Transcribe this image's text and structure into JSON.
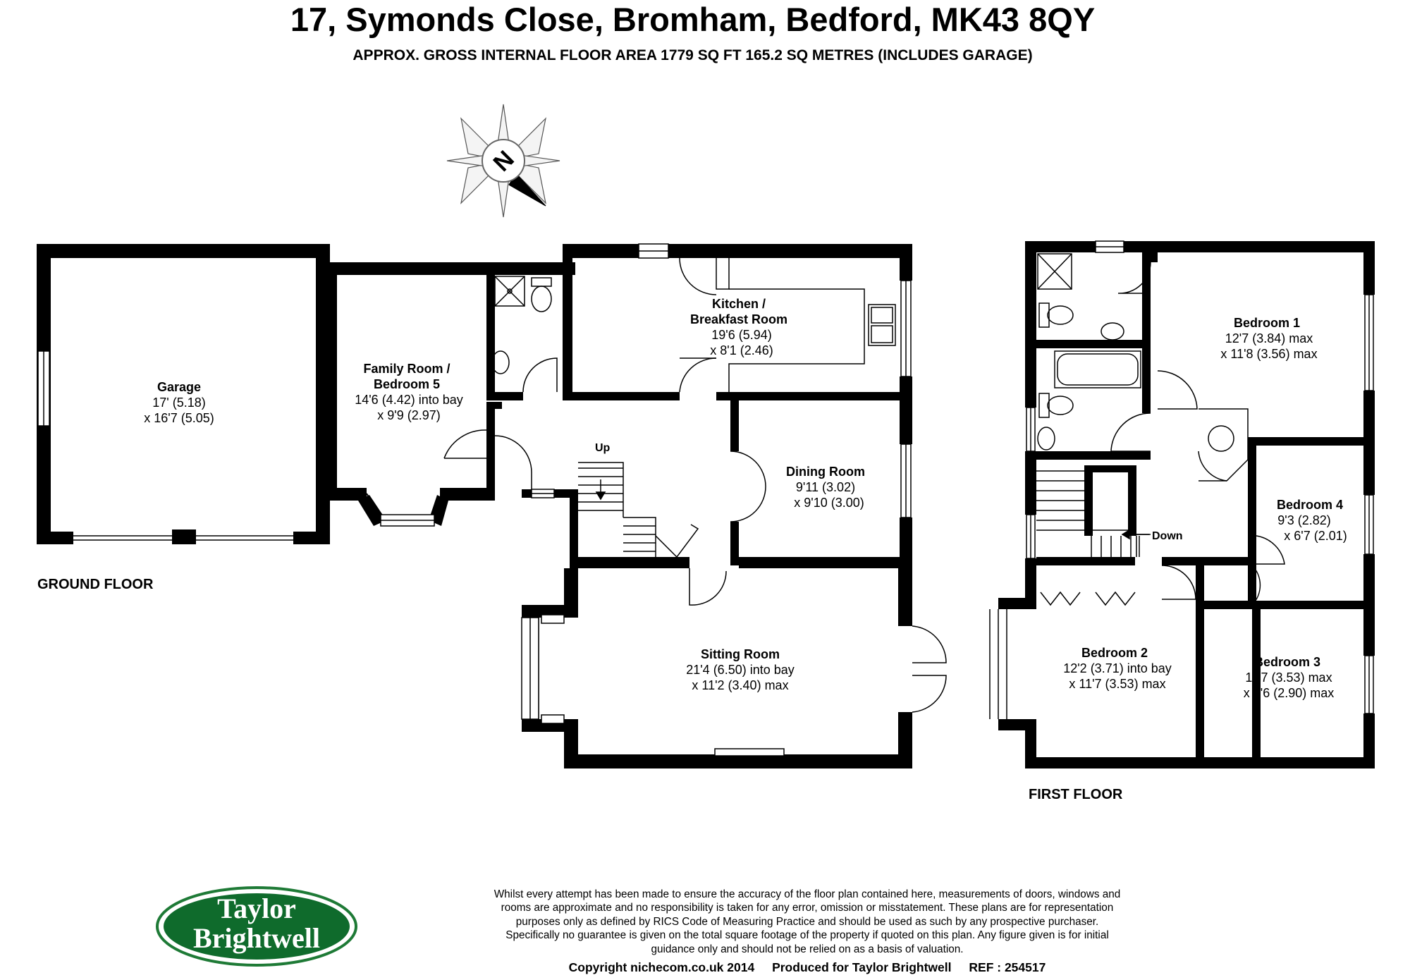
{
  "header": {
    "title": "17, Symonds Close, Bromham, Bedford, MK43 8QY",
    "subtitle": "APPROX. GROSS INTERNAL FLOOR AREA 1779 SQ FT 165.2 SQ METRES (INCLUDES GARAGE)"
  },
  "compass": {
    "letter": "N"
  },
  "ground_floor": {
    "label": "GROUND FLOOR",
    "stairs_label": "Up",
    "rooms": {
      "garage": {
        "name": "Garage",
        "dim1": "17' (5.18)",
        "dim2": "x 16'7 (5.05)"
      },
      "family": {
        "name1": "Family Room /",
        "name2": "Bedroom 5",
        "dim1": "14'6 (4.42) into bay",
        "dim2": "x 9'9 (2.97)"
      },
      "kitchen": {
        "name1": "Kitchen /",
        "name2": "Breakfast Room",
        "dim1": "19'6 (5.94)",
        "dim2": "x 8'1 (2.46)"
      },
      "dining": {
        "name": "Dining Room",
        "dim1": "9'11 (3.02)",
        "dim2": "x 9'10 (3.00)"
      },
      "sitting": {
        "name": "Sitting Room",
        "dim1": "21'4 (6.50) into bay",
        "dim2": "x 11'2 (3.40) max"
      }
    }
  },
  "first_floor": {
    "label": "FIRST FLOOR",
    "stairs_label": "Down",
    "rooms": {
      "bedroom1": {
        "name": "Bedroom 1",
        "dim1": "12'7 (3.84) max",
        "dim2": "x 11'8 (3.56) max"
      },
      "bedroom2": {
        "name": "Bedroom 2",
        "dim1": "12'2 (3.71) into bay",
        "dim2": "x 11'7 (3.53) max"
      },
      "bedroom3": {
        "name": "Bedroom 3",
        "dim1": "11'7 (3.53) max",
        "dim2": "x 9'6 (2.90) max"
      },
      "bedroom4": {
        "name": "Bedroom 4",
        "dim1": "9'3 (2.82)",
        "dim2": "x 6'7 (2.01)"
      }
    }
  },
  "logo": {
    "line1": "Taylor",
    "line2": "Brightwell",
    "ring_color": "#1e7a36",
    "fill_color": "#0f6b2c"
  },
  "disclaimer": [
    "Whilst every attempt has been made to ensure the accuracy of the floor plan contained here, measurements of doors, windows and",
    "rooms are approximate and no responsibility is taken for any error, omission or misstatement. These plans are for representation",
    "purposes only as defined by RICS Code of Measuring Practice and should be used as such by any prospective purchaser.",
    "Specifically no guarantee is given on the total square footage of the property if quoted on this plan. Any figure given is for initial",
    "guidance only and should not be relied on as a basis of valuation."
  ],
  "footer": {
    "copyright": "Copyright nichecom.co.uk 2014",
    "produced": "Produced for Taylor Brightwell",
    "ref": "REF : 254517"
  }
}
